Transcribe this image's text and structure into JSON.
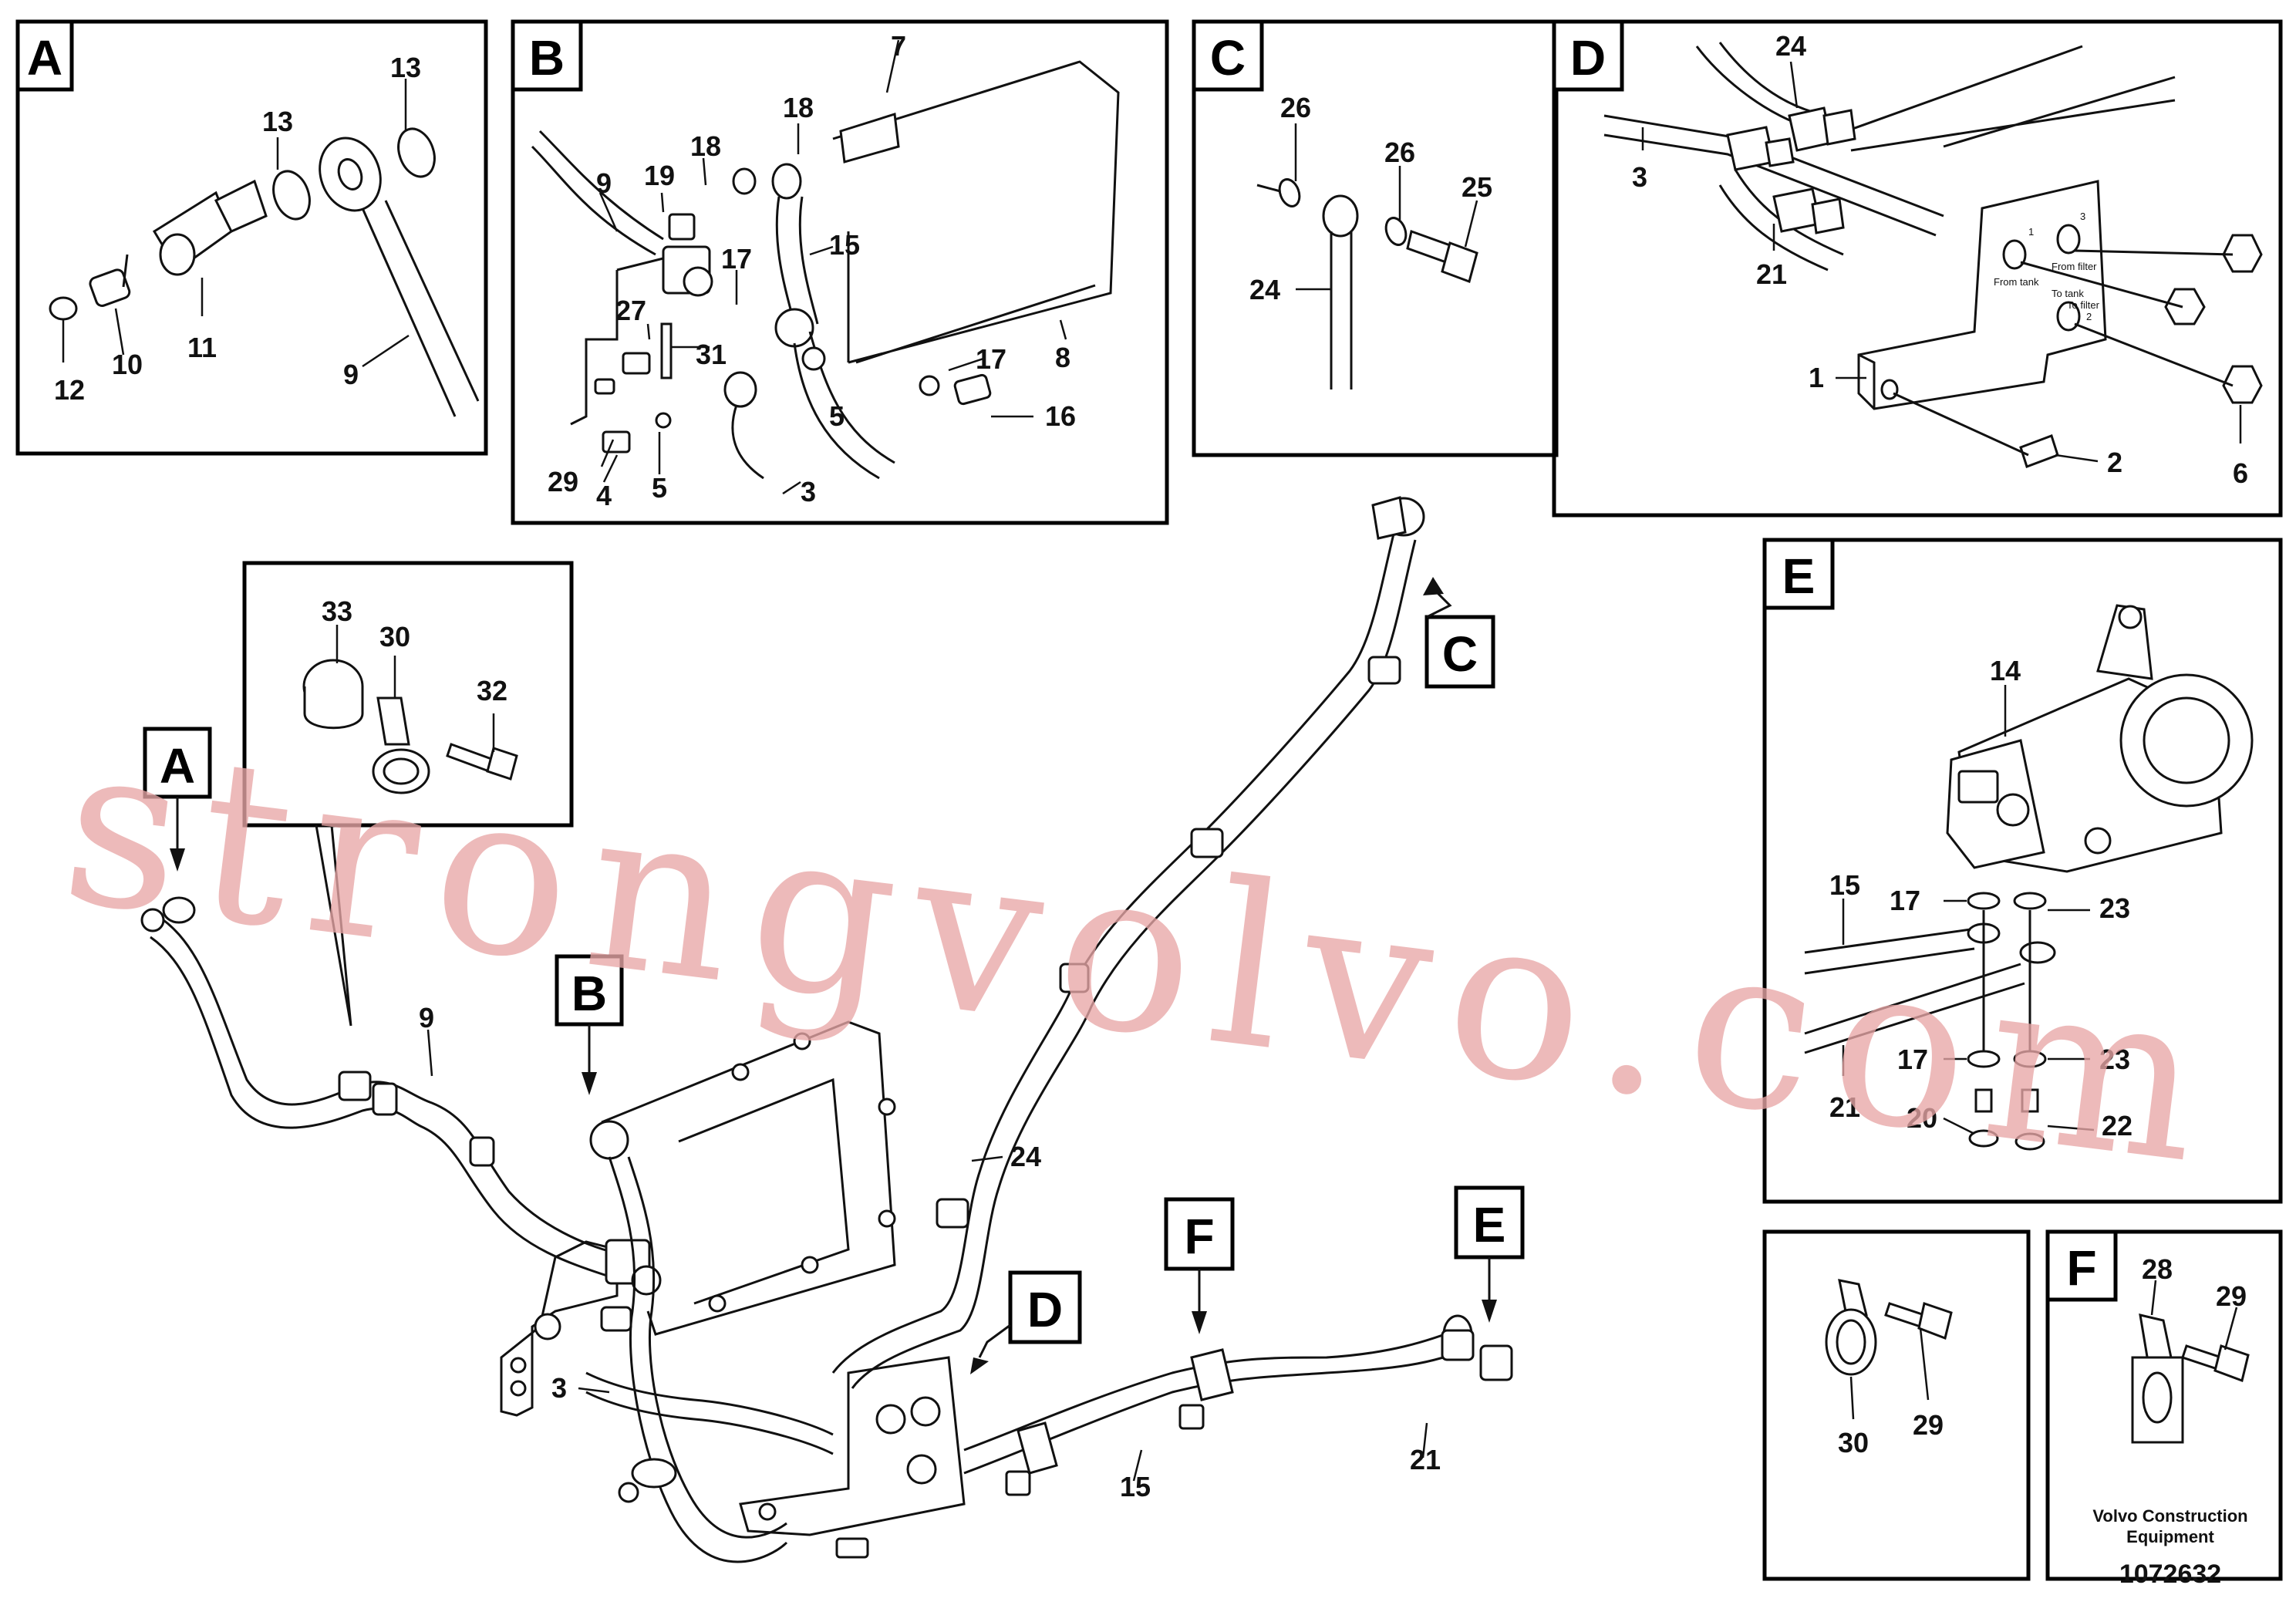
{
  "panels": {
    "A": {
      "letter": "A",
      "labels": [
        "13",
        "13",
        "12",
        "10",
        "11",
        "9"
      ]
    },
    "B": {
      "letter": "B",
      "labels": [
        "7",
        "18",
        "18",
        "19",
        "9",
        "17",
        "15",
        "27",
        "31",
        "8",
        "17",
        "16",
        "29",
        "4",
        "5",
        "5",
        "3"
      ]
    },
    "C": {
      "letter": "C",
      "labels": [
        "26",
        "26",
        "25",
        "24"
      ]
    },
    "D": {
      "letter": "D",
      "labels": [
        "24",
        "3",
        "21",
        "1",
        "2",
        "6"
      ],
      "plate_text": [
        "1",
        "3",
        "From tank",
        "From filter",
        "To tank",
        "To filter",
        "2"
      ]
    },
    "E": {
      "letter": "E",
      "labels": [
        "14",
        "15",
        "17",
        "23",
        "17",
        "23",
        "21",
        "20",
        "22"
      ]
    },
    "F": {
      "letter": "F",
      "labels": [
        "28",
        "29"
      ]
    },
    "clip_left": {
      "labels": [
        "30",
        "29"
      ]
    },
    "clip_inset": {
      "labels": [
        "33",
        "30",
        "32"
      ]
    }
  },
  "main": {
    "callouts": [
      "A",
      "B",
      "C",
      "D",
      "E",
      "F"
    ],
    "labels": [
      "9",
      "24",
      "3",
      "15",
      "21"
    ]
  },
  "watermark": "strongvolvo.com",
  "footer": {
    "company_line1": "Volvo Construction",
    "company_line2": "Equipment",
    "drawing_number": "1072632"
  }
}
